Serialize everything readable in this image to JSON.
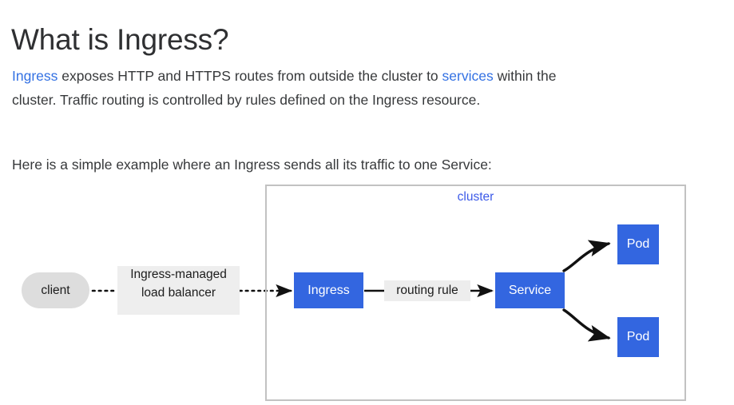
{
  "page": {
    "title": "What is Ingress?",
    "paragraphs": {
      "intro": {
        "link_ingress": "Ingress",
        "text_middle": " exposes HTTP and HTTPS routes from outside the cluster to ",
        "link_services": "services",
        "text_end": " within the cluster. Traffic routing is controlled by rules defined on the Ingress resource."
      },
      "example": "Here is a simple example where an Ingress sends all its traffic to one Service:"
    }
  },
  "diagram": {
    "cluster_label": "cluster",
    "client_label": "client",
    "load_balancer_label_line1": "Ingress-managed",
    "load_balancer_label_line2": "load balancer",
    "ingress_label": "Ingress",
    "routing_rule_label": "routing rule",
    "service_label": "Service",
    "pod_top_label": "Pod",
    "pod_bottom_label": "Pod"
  },
  "colors": {
    "k8s_blue": "#3366e0",
    "link_blue": "#3371e3",
    "cluster_label_blue": "#3c5ae8",
    "cluster_border": "#c2c2c2",
    "client_fill": "#dddddd",
    "label_fill": "#eeeeee",
    "routing_rule_fill": "#ededed",
    "arrow_black": "#111111",
    "heading_text": "#2f3032",
    "body_text": "#37393b"
  }
}
